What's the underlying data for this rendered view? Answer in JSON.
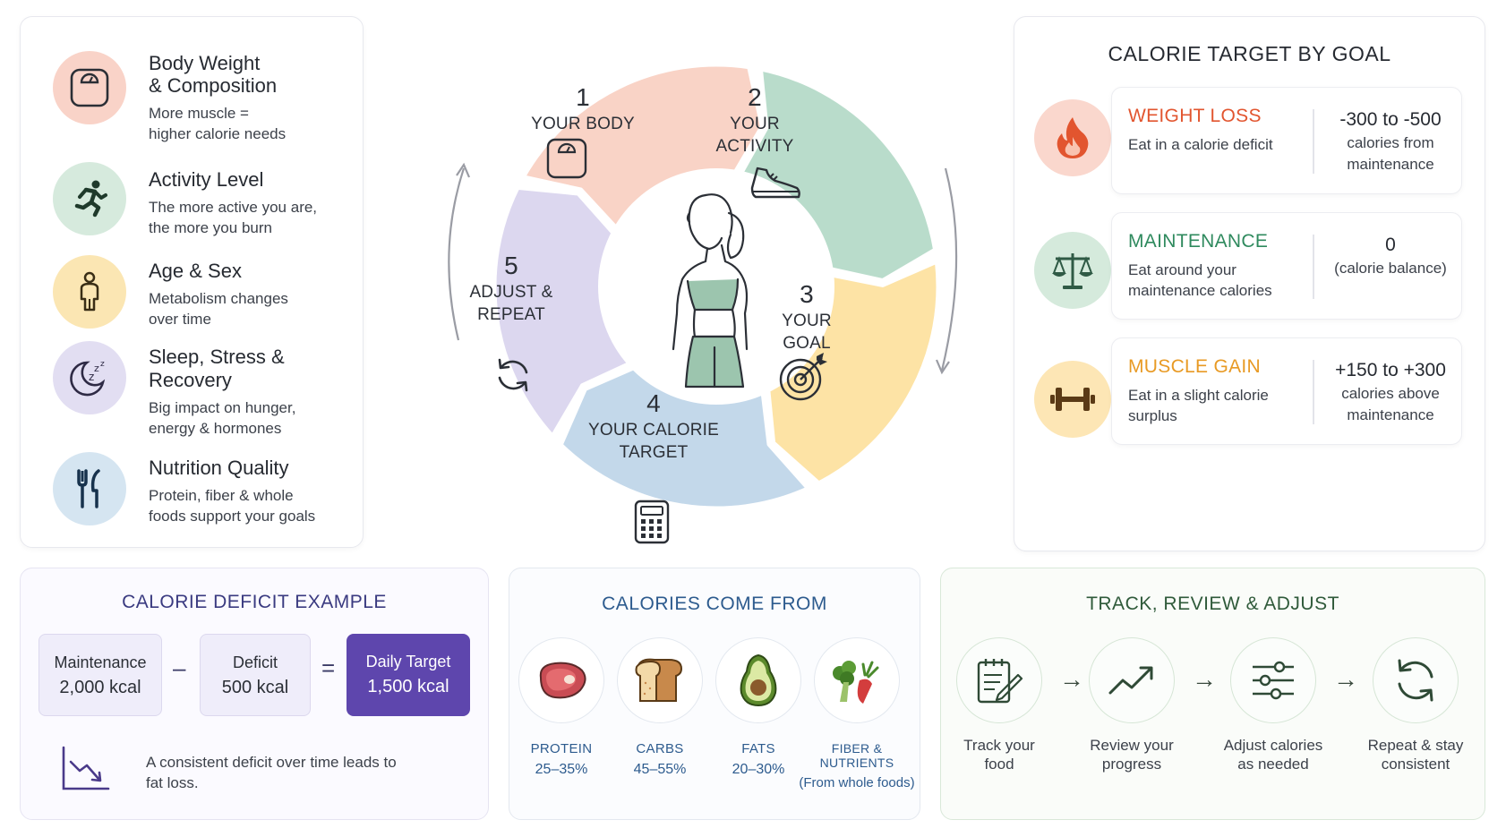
{
  "factors": [
    {
      "title_line1": "Body Weight",
      "title_line2": "& Composition",
      "desc_line1": "More muscle =",
      "desc_line2": "higher calorie needs",
      "icon": "scale-icon",
      "color": "#f9d3c8"
    },
    {
      "title_line1": "Activity Level",
      "title_line2": "",
      "desc_line1": "The more active you are,",
      "desc_line2": "the more you burn",
      "icon": "running-icon",
      "color": "#d6eadd"
    },
    {
      "title_line1": "Age & Sex",
      "title_line2": "",
      "desc_line1": "Metabolism changes",
      "desc_line2": "over time",
      "icon": "person-icon",
      "color": "#fbe6b3"
    },
    {
      "title_line1": "Sleep, Stress &",
      "title_line2": "Recovery",
      "desc_line1": "Big impact on hunger,",
      "desc_line2": "energy & hormones",
      "icon": "moon-icon",
      "color": "#e2def2"
    },
    {
      "title_line1": "Nutrition Quality",
      "title_line2": "",
      "desc_line1": "Protein, fiber & whole",
      "desc_line2": "foods support your goals",
      "icon": "fork-knife-icon",
      "color": "#d5e5f1"
    }
  ],
  "cycle": {
    "steps": [
      {
        "num": "1",
        "line1": "YOUR BODY",
        "line2": "",
        "icon": "scale-icon",
        "color": "#f9d3c6"
      },
      {
        "num": "2",
        "line1": "YOUR",
        "line2": "ACTIVITY",
        "icon": "shoe-icon",
        "color": "#b9dccb"
      },
      {
        "num": "3",
        "line1": "YOUR",
        "line2": "GOAL",
        "icon": "target-icon",
        "color": "#fde3a5"
      },
      {
        "num": "4",
        "line1": "YOUR CALORIE",
        "line2": "TARGET",
        "icon": "calculator-icon",
        "color": "#c3d8ea"
      },
      {
        "num": "5",
        "line1": "ADJUST &",
        "line2": "REPEAT",
        "icon": "refresh-icon",
        "color": "#dcd7ef"
      }
    ]
  },
  "goals": {
    "title": "CALORIE TARGET BY GOAL",
    "items": [
      {
        "name": "WEIGHT LOSS",
        "desc": "Eat in a calorie deficit",
        "value": "-300 to -500",
        "value_sub1": "calories from",
        "value_sub2": "maintenance",
        "color": "#e2552f",
        "icon_bg": "#fad7cd",
        "icon": "flame-icon"
      },
      {
        "name": "MAINTENANCE",
        "desc": "Eat around your maintenance calories",
        "value": "0",
        "value_sub1": "(calorie balance)",
        "value_sub2": "",
        "color": "#2f8a5e",
        "icon_bg": "#d5eadc",
        "icon": "balance-icon"
      },
      {
        "name": "MUSCLE GAIN",
        "desc": "Eat in a slight calorie surplus",
        "value": "+150 to +300",
        "value_sub1": "calories above",
        "value_sub2": "maintenance",
        "color": "#e89a24",
        "icon_bg": "#fde6b5",
        "icon": "dumbbell-icon"
      }
    ]
  },
  "deficit": {
    "title": "CALORIE DEFICIT EXAMPLE",
    "maintenance_label": "Maintenance",
    "maintenance_value": "2,000 kcal",
    "minus": "–",
    "deficit_label": "Deficit",
    "deficit_value": "500 kcal",
    "equals": "=",
    "target_label": "Daily Target",
    "target_value": "1,500 kcal",
    "note_line1": "A consistent deficit over time leads to",
    "note_line2": "fat loss."
  },
  "macros": {
    "title": "CALORIES COME FROM",
    "items": [
      {
        "name": "PROTEIN",
        "value": "25–35%",
        "icon": "steak-icon"
      },
      {
        "name": "CARBS",
        "value": "45–55%",
        "icon": "bread-icon"
      },
      {
        "name": "FATS",
        "value": "20–30%",
        "icon": "avocado-icon"
      },
      {
        "name": "FIBER & NUTRIENTS",
        "value": "(From whole foods)",
        "icon": "vegetables-icon"
      }
    ]
  },
  "track": {
    "title": "TRACK, REVIEW & ADJUST",
    "steps": [
      {
        "line1": "Track your",
        "line2": "food",
        "icon": "notepad-icon"
      },
      {
        "line1": "Review your",
        "line2": "progress",
        "icon": "trend-icon"
      },
      {
        "line1": "Adjust calories",
        "line2": "as needed",
        "icon": "sliders-icon"
      },
      {
        "line1": "Repeat & stay",
        "line2": "consistent",
        "icon": "repeat-icon"
      }
    ],
    "arrow": "→"
  }
}
